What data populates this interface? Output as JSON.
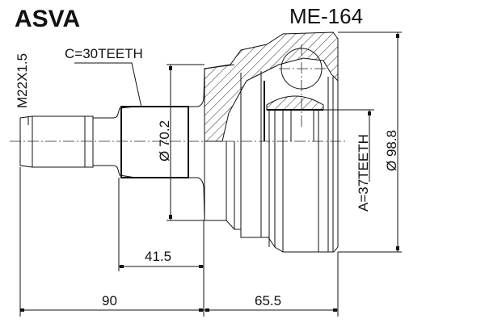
{
  "brand": "ASVA",
  "part_number": "ME-164",
  "labels": {
    "thread": "M22X1.5",
    "outer_spline": "C=30TEETH",
    "inner_spline": "A=37TEETH",
    "seal_diameter": "Ø 70.2",
    "outer_diameter": "Ø 98.8"
  },
  "dimensions": {
    "shaft_to_shoulder": "41.5",
    "overall_shaft": "90",
    "bell_length": "65.5"
  },
  "colors": {
    "ink": "#111111",
    "background": "#ffffff"
  }
}
